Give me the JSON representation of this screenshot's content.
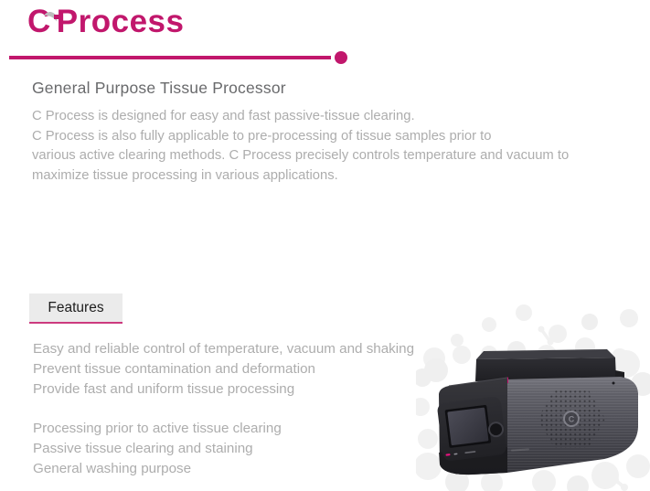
{
  "theme": {
    "accent": "#C1176C",
    "accent_bright": "#EE1E86",
    "underline_pink": "#CC3A7E",
    "text_gray": "#ADADAD",
    "heading_gray": "#696A6C",
    "features_bg": "#EBEBEB",
    "circle_gray": "#F1F1F1"
  },
  "header": {
    "logo_c": "C",
    "logo_rest": "Process",
    "subtitle": "General Purpose Tissue Processor"
  },
  "intro": {
    "lines": [
      "C Process is designed for easy and fast passive-tissue clearing.",
      "C Process is also fully applicable to pre-processing of tissue samples prior to",
      "various active clearing methods. C Process precisely controls temperature and vacuum to",
      "maximize tissue processing in various applications."
    ]
  },
  "features": {
    "tab_label": "Features",
    "group1": [
      "Easy and reliable control of temperature, vacuum and shaking",
      "Prevent tissue contamination and deformation",
      "Provide fast and uniform tissue processing"
    ],
    "group2": [
      "Processing prior to active tissue clearing",
      "Passive tissue clearing and staining",
      "General washing purpose"
    ]
  },
  "device": {
    "side_logo": "C"
  }
}
